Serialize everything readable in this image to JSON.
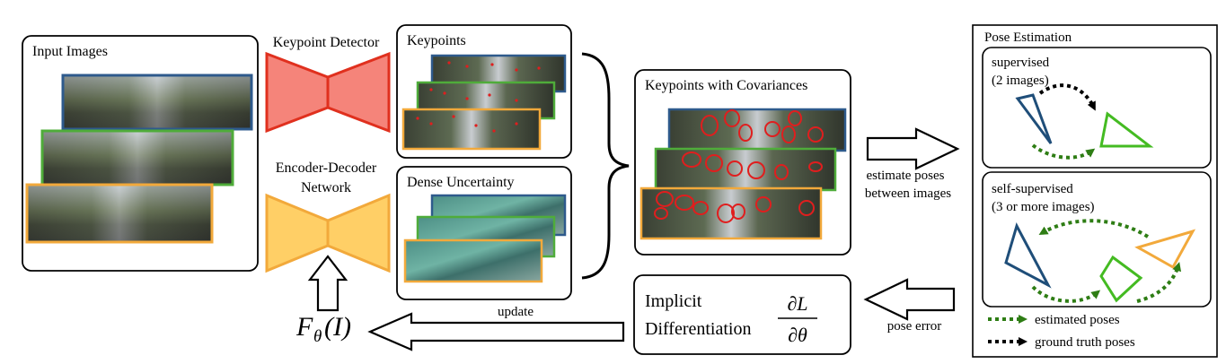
{
  "panels": {
    "input_images": "Input Images",
    "keypoint_detector": "Keypoint Detector",
    "encoder_decoder_line1": "Encoder-Decoder",
    "encoder_decoder_line2": "Network",
    "keypoints": "Keypoints",
    "dense_uncertainty": "Dense Uncertainty",
    "keypoints_cov": "Keypoints with Covariances",
    "pose_estimation": "Pose Estimation"
  },
  "arrows": {
    "estimate_line1": "estimate poses",
    "estimate_line2": "between images",
    "pose_error": "pose error",
    "update": "update"
  },
  "implicit": {
    "line1": "Implicit",
    "line2": "Differentiation",
    "frac_num": "∂L",
    "frac_den": "∂θ"
  },
  "model": {
    "F": "F",
    "theta": "θ",
    "arg": "(I)"
  },
  "pose": {
    "supervised_line1": "supervised",
    "supervised_line2": "(2 images)",
    "self_line1": "self-supervised",
    "self_line2": "(3 or more images)",
    "legend_estimated": "estimated poses",
    "legend_gt": "ground truth poses"
  },
  "colors": {
    "blue_frame": "#2e5a8c",
    "green_frame": "#4fac3a",
    "orange_frame": "#f2a93b",
    "detector_fill": "#f5847a",
    "detector_stroke": "#e0301e",
    "encoder_fill": "#ffcf66",
    "encoder_stroke": "#f2a93b",
    "ellipse": "#e01e1e",
    "dark_green": "#2e7d14",
    "light_green": "#44bb22",
    "triangle_blue": "#1f4e79"
  }
}
